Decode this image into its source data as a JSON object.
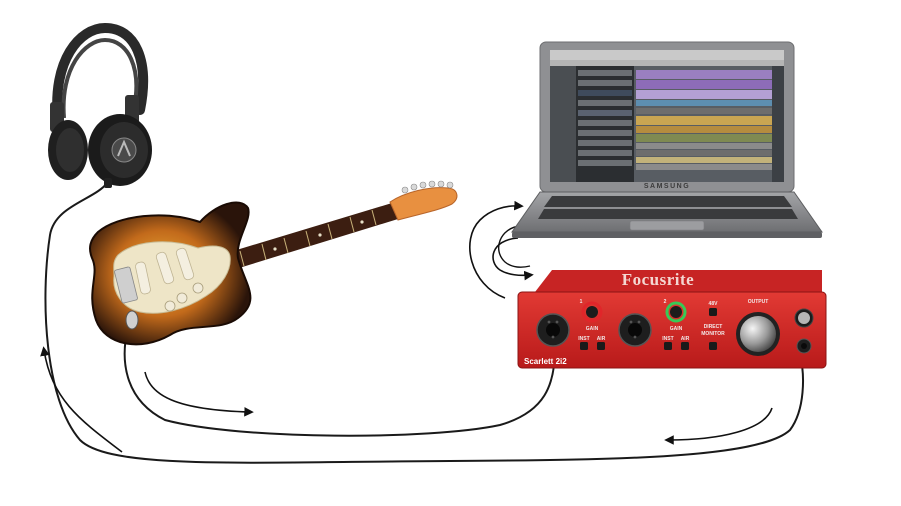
{
  "interface": {
    "brand": "Focusrite",
    "model": "Scarlett 2i2",
    "labels": {
      "gain1": "GAIN",
      "gain2": "GAIN",
      "ch1": "1",
      "ch2": "2",
      "phantom": "48V",
      "inst1": "INST",
      "air1": "AIR",
      "inst2": "INST",
      "air2": "AIR",
      "direct": "DIRECT",
      "monitor": "MONITOR",
      "output": "OUTPUT"
    }
  },
  "laptop": {
    "brand": "SAMSUNG"
  },
  "headphones": {
    "logo_icon": "audio-technica-logo-icon"
  },
  "colors": {
    "interface_body": "#d42b2b",
    "interface_panel": "#c81f1f",
    "halo_red": "#e0262a",
    "halo_green": "#38c956",
    "laptop_body": "#8f9093",
    "guitar_burst_dark": "#2a140a",
    "guitar_burst_mid": "#a8511a",
    "guitar_burst_light": "#e9a432",
    "pickguard": "#eee5c7",
    "fretboard": "#3c1e11",
    "headstock": "#e89040",
    "cable": "#1a1a1a",
    "arrow": "#111111"
  }
}
